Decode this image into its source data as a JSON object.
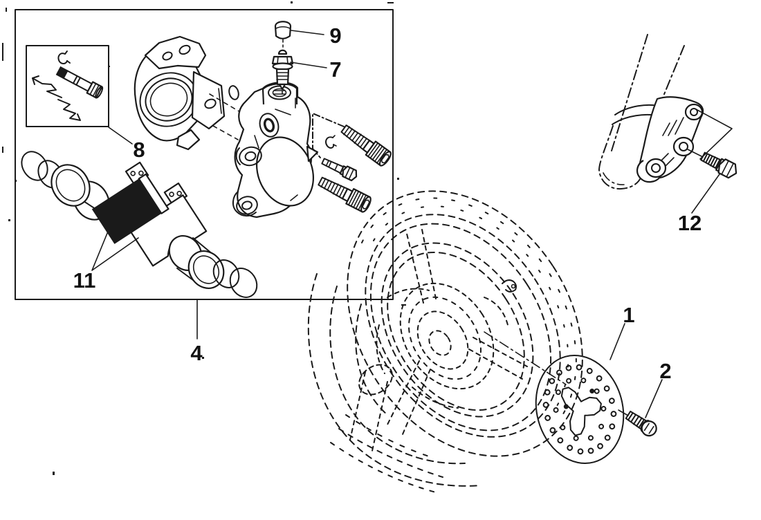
{
  "page": {
    "background": "#ffffff",
    "ink": "#1a1a1a"
  },
  "diagram": {
    "type": "exploded-parts-diagram",
    "callouts": {
      "c1": {
        "text": "1"
      },
      "c2": {
        "text": "2"
      },
      "c4": {
        "text": "4"
      },
      "c7": {
        "text": "7"
      },
      "c8": {
        "text": "8"
      },
      "c9": {
        "text": "9"
      },
      "c11": {
        "text": "11"
      },
      "c12": {
        "text": "12"
      }
    }
  }
}
